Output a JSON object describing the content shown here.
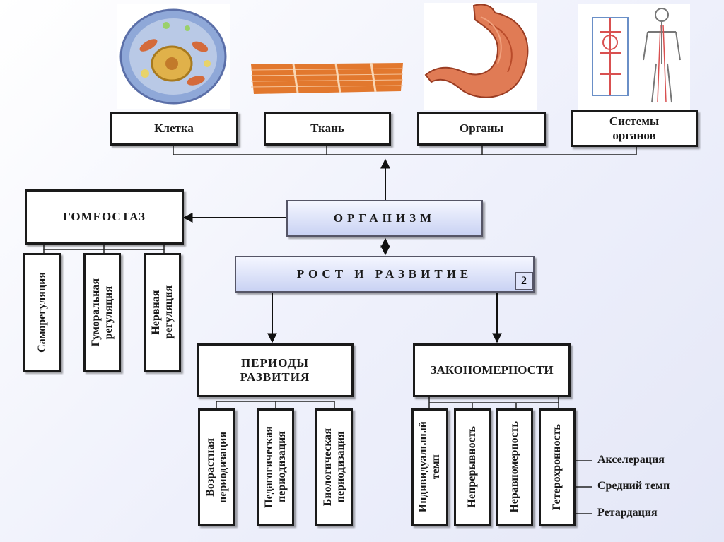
{
  "levels": [
    "Клетка",
    "Ткань",
    "Органы",
    "Системы\nорганов"
  ],
  "organism": "ОРГАНИЗМ",
  "growth": "РОСТ И РАЗВИТИЕ",
  "growth_badge": "2",
  "homeostasis": {
    "title": "ГОМЕОСТАЗ",
    "items": [
      "Саморегуляция",
      "Гуморальная\nрегуляция",
      "Нервная\nрегуляция"
    ]
  },
  "periods": {
    "title": "ПЕРИОДЫ\nРАЗВИТИЯ",
    "items": [
      "Возрастная\nпериодизация",
      "Педагогическая\nпериодизация",
      "Биологическая\nпериодизация"
    ]
  },
  "patterns": {
    "title": "ЗАКОНОМЕРНОСТИ",
    "items": [
      "Индивидуальный\nтемп",
      "Непрерывность",
      "Неравномерность",
      "Гетерохронность"
    ]
  },
  "tempo": [
    "Акселерация",
    "Средний темп",
    "Ретардация"
  ]
}
